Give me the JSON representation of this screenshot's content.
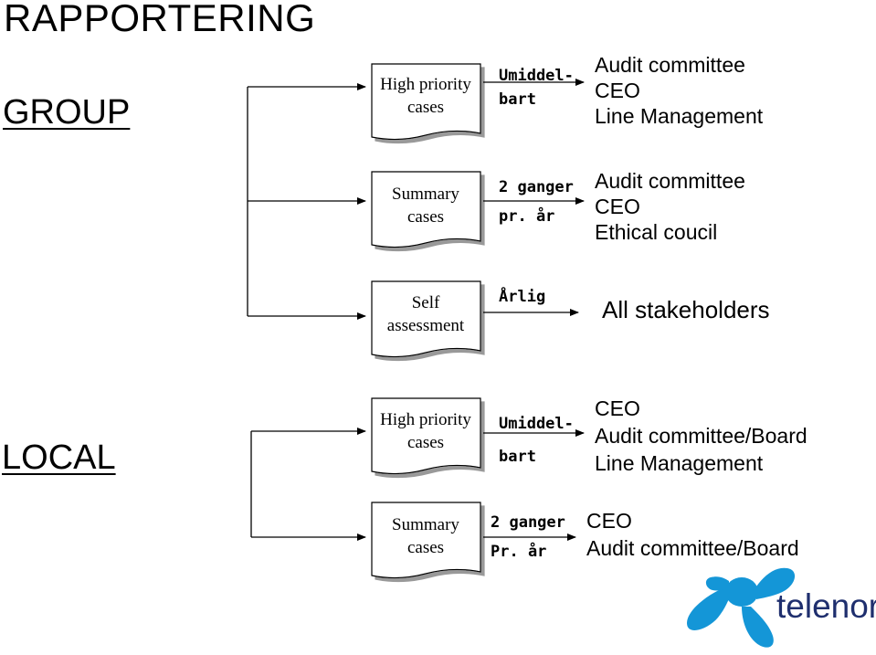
{
  "title": "RAPPORTERING",
  "sections": {
    "group": "GROUP",
    "local": "LOCAL"
  },
  "rows": [
    {
      "document": [
        "High priority",
        "cases"
      ],
      "frequency": [
        "Umiddel-",
        "bart"
      ],
      "recipients": [
        "Audit committee",
        "CEO",
        "Line Management"
      ]
    },
    {
      "document": [
        "Summary",
        "cases"
      ],
      "frequency": [
        "2 ganger",
        "pr. år"
      ],
      "recipients": [
        "Audit committee",
        "CEO",
        "Ethical coucil"
      ]
    },
    {
      "document": [
        "Self",
        "assessment"
      ],
      "frequency": [
        "Årlig"
      ],
      "recipients": [
        "All stakeholders"
      ]
    },
    {
      "document": [
        "High priority",
        "cases"
      ],
      "frequency": [
        "Umiddel-",
        "bart"
      ],
      "recipients": [
        "CEO",
        "Audit committee/Board",
        "Line Management"
      ]
    },
    {
      "document": [
        "Summary",
        "cases"
      ],
      "frequency": [
        "2 ganger",
        "Pr. år"
      ],
      "recipients": [
        "CEO",
        "Audit committee/Board"
      ]
    }
  ],
  "logo": {
    "text": "telenor",
    "color": "#1496d7",
    "text_color": "#1f2f6e"
  }
}
